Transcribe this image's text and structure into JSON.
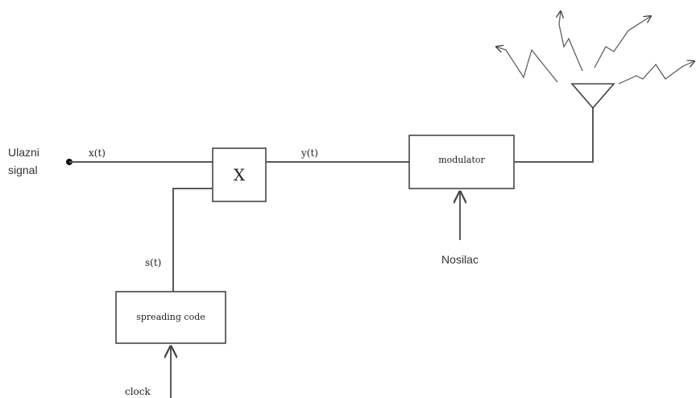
{
  "diagram": {
    "input_label_line1": "Ulazni",
    "input_label_line2": "signal",
    "x_signal": "x(t)",
    "y_signal": "y(t)",
    "s_signal": "s(t)",
    "multiplier_symbol": "X",
    "modulator_label": "modulator",
    "spreading_code_label": "spreading code",
    "carrier_label": "Nosilac",
    "clock_label": "clock"
  },
  "icons": {
    "antenna": "antenna-icon",
    "radiation": "radio-wave-icon"
  }
}
